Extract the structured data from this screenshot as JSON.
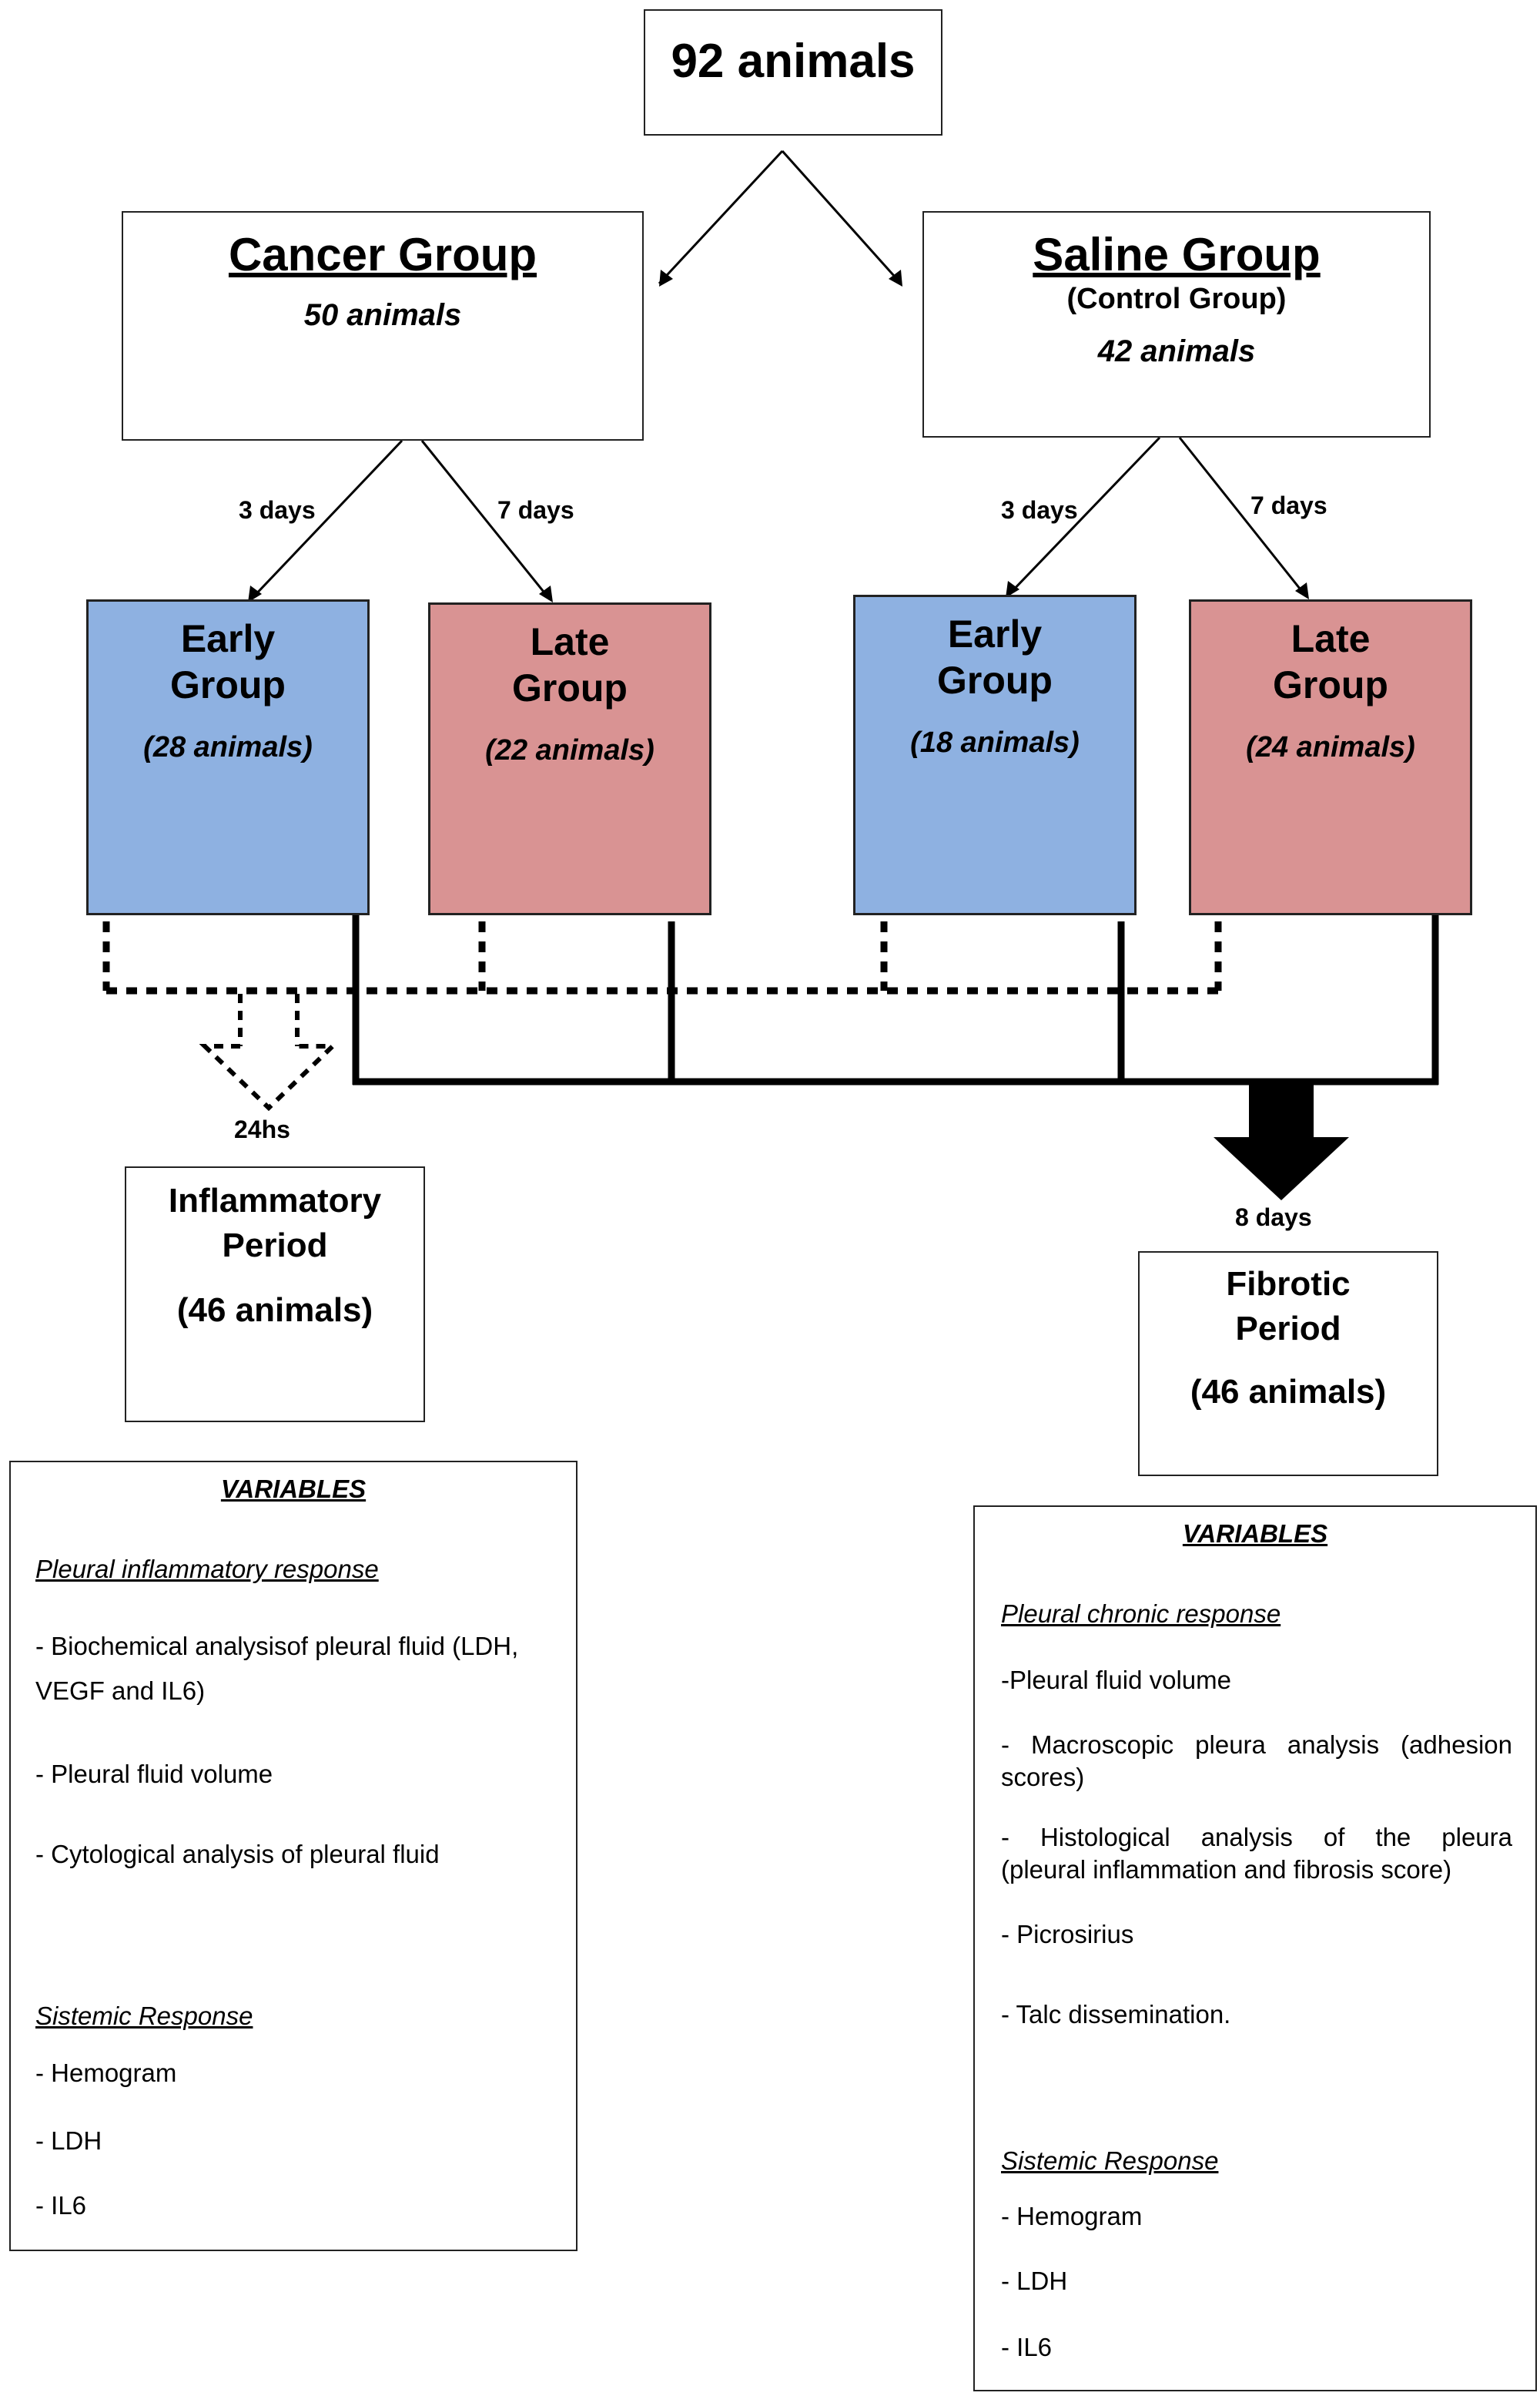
{
  "top": {
    "title": "92 animals"
  },
  "cancer": {
    "title": "Cancer Group",
    "count": "50 animals"
  },
  "saline": {
    "title": "Saline Group",
    "subtitle": "(Control Group)",
    "count": "42 animals"
  },
  "edge_labels": {
    "cancer_early": "3 days",
    "cancer_late": "7 days",
    "saline_early": "3 days",
    "saline_late": "7 days",
    "inflammatory": "24hs",
    "fibrotic": "8 days"
  },
  "subgroups": [
    {
      "title_line1": "Early",
      "title_line2": "Group",
      "count": "(28 animals)",
      "color": "#8eb1e1"
    },
    {
      "title_line1": "Late",
      "title_line2": "Group",
      "count": "(22 animals)",
      "color": "#d99393"
    },
    {
      "title_line1": "Early",
      "title_line2": "Group",
      "count": "(18 animals)",
      "color": "#8eb1e1"
    },
    {
      "title_line1": "Late",
      "title_line2": "Group",
      "count": "(24 animals)",
      "color": "#d99393"
    }
  ],
  "inflammatory": {
    "title_line1": "Inflammatory",
    "title_line2": "Period",
    "count": "(46 animals)"
  },
  "fibrotic": {
    "title_line1": "Fibrotic",
    "title_line2": "Period",
    "count": "(46 animals)"
  },
  "left_variables": {
    "heading": "VARIABLES",
    "section1": "Pleural inflammatory response",
    "items1": [
      "- Biochemical analysisof pleural fluid (LDH,",
      "VEGF and IL6)",
      "- Pleural fluid volume",
      "- Cytological analysis of pleural fluid"
    ],
    "section2": "Sistemic Response",
    "items2": [
      "- Hemogram",
      "- LDH",
      "- IL6"
    ]
  },
  "right_variables": {
    "heading": "VARIABLES",
    "section1": "Pleural chronic response",
    "items1": [
      "-Pleural fluid volume",
      "- Macroscopic pleura analysis (adhesion",
      "scores)",
      "- Histological analysis of the pleura",
      "(pleural inflammation and fibrosis score)",
      "- Picrosirius",
      "- Talc dissemination."
    ],
    "section2": "Sistemic Response",
    "items2": [
      "- Hemogram",
      "- LDH",
      "- IL6"
    ]
  },
  "colors": {
    "early": "#8eb1e1",
    "late": "#d99393",
    "line": "#000000"
  }
}
